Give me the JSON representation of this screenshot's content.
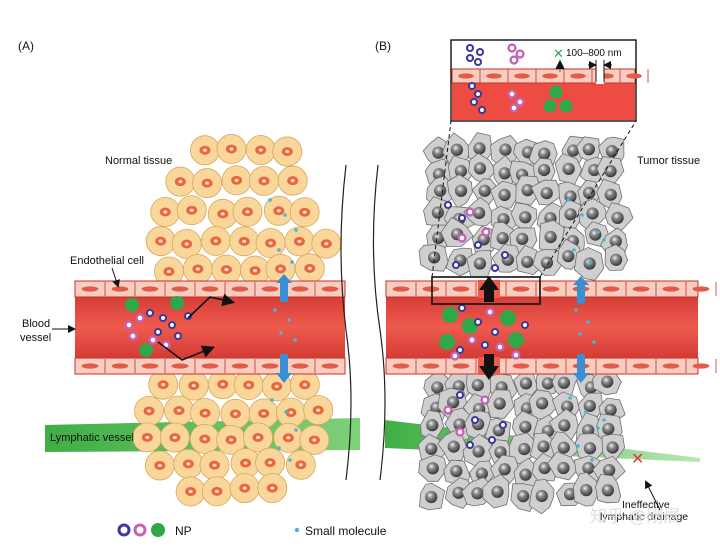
{
  "panels": {
    "a": {
      "tag": "(A)",
      "normal_tissue": "Normal tissue",
      "endothelial_cell": "Endothelial cell",
      "blood_vessel_line1": "Blood",
      "blood_vessel_line2": "vessel",
      "lymphatic_vessel": "Lymphatic vessel"
    },
    "b": {
      "tag": "(B)",
      "tumor_tissue": "Tumor tissue",
      "gap_size": "100–800 nm",
      "ineffective_line1": "Ineffective",
      "ineffective_line2": "lymphatic drainage"
    }
  },
  "legend": {
    "np": "NP",
    "small_molecule": "Small molecule"
  },
  "watermark": "知乎 @刚展",
  "colors": {
    "vessel": "#e8473f",
    "vessel_dark": "#b8261f",
    "endothelial": "#f4b7a5",
    "normal_cell": "#f9d79b",
    "normal_nucleus": "#e9663e",
    "tumor_cell": "#cfcfcf",
    "tumor_nucleus": "#3c3c3c",
    "lymph": "#4fb84a",
    "np_blue": "#3a3a9a",
    "np_pink": "#c564b4",
    "np_green": "#2fa84a",
    "small_molecule": "#4ab5d8",
    "arrow_blue": "#3a8fd3"
  }
}
